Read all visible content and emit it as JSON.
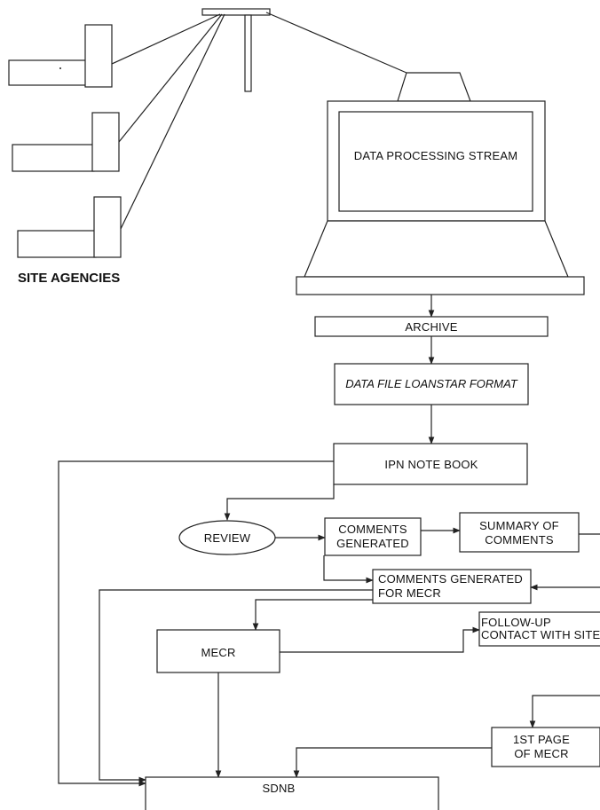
{
  "labels": {
    "site_agencies": "SITE AGENCIES",
    "data_processing_stream": "DATA PROCESSING STREAM",
    "archive": "ARCHIVE",
    "data_file": "DATA FILE LOANSTAR FORMAT",
    "ipn_note_book": "IPN NOTE BOOK",
    "review": "REVIEW",
    "comments_generated": [
      "COMMENTS",
      "GENERATED"
    ],
    "summary_of_comments": [
      "SUMMARY OF",
      "COMMENTS"
    ],
    "comments_generated_mecr": [
      "COMMENTS GENERATED",
      "FOR MECR"
    ],
    "mecr": "MECR",
    "follow_up": [
      "FOLLOW-UP",
      "CONTACT WITH SITE"
    ],
    "first_page_mecr": [
      "1ST PAGE",
      "OF MECR"
    ],
    "sdnb": "SDNB"
  },
  "colors": {
    "stroke": "#222222",
    "background": "#ffffff"
  }
}
